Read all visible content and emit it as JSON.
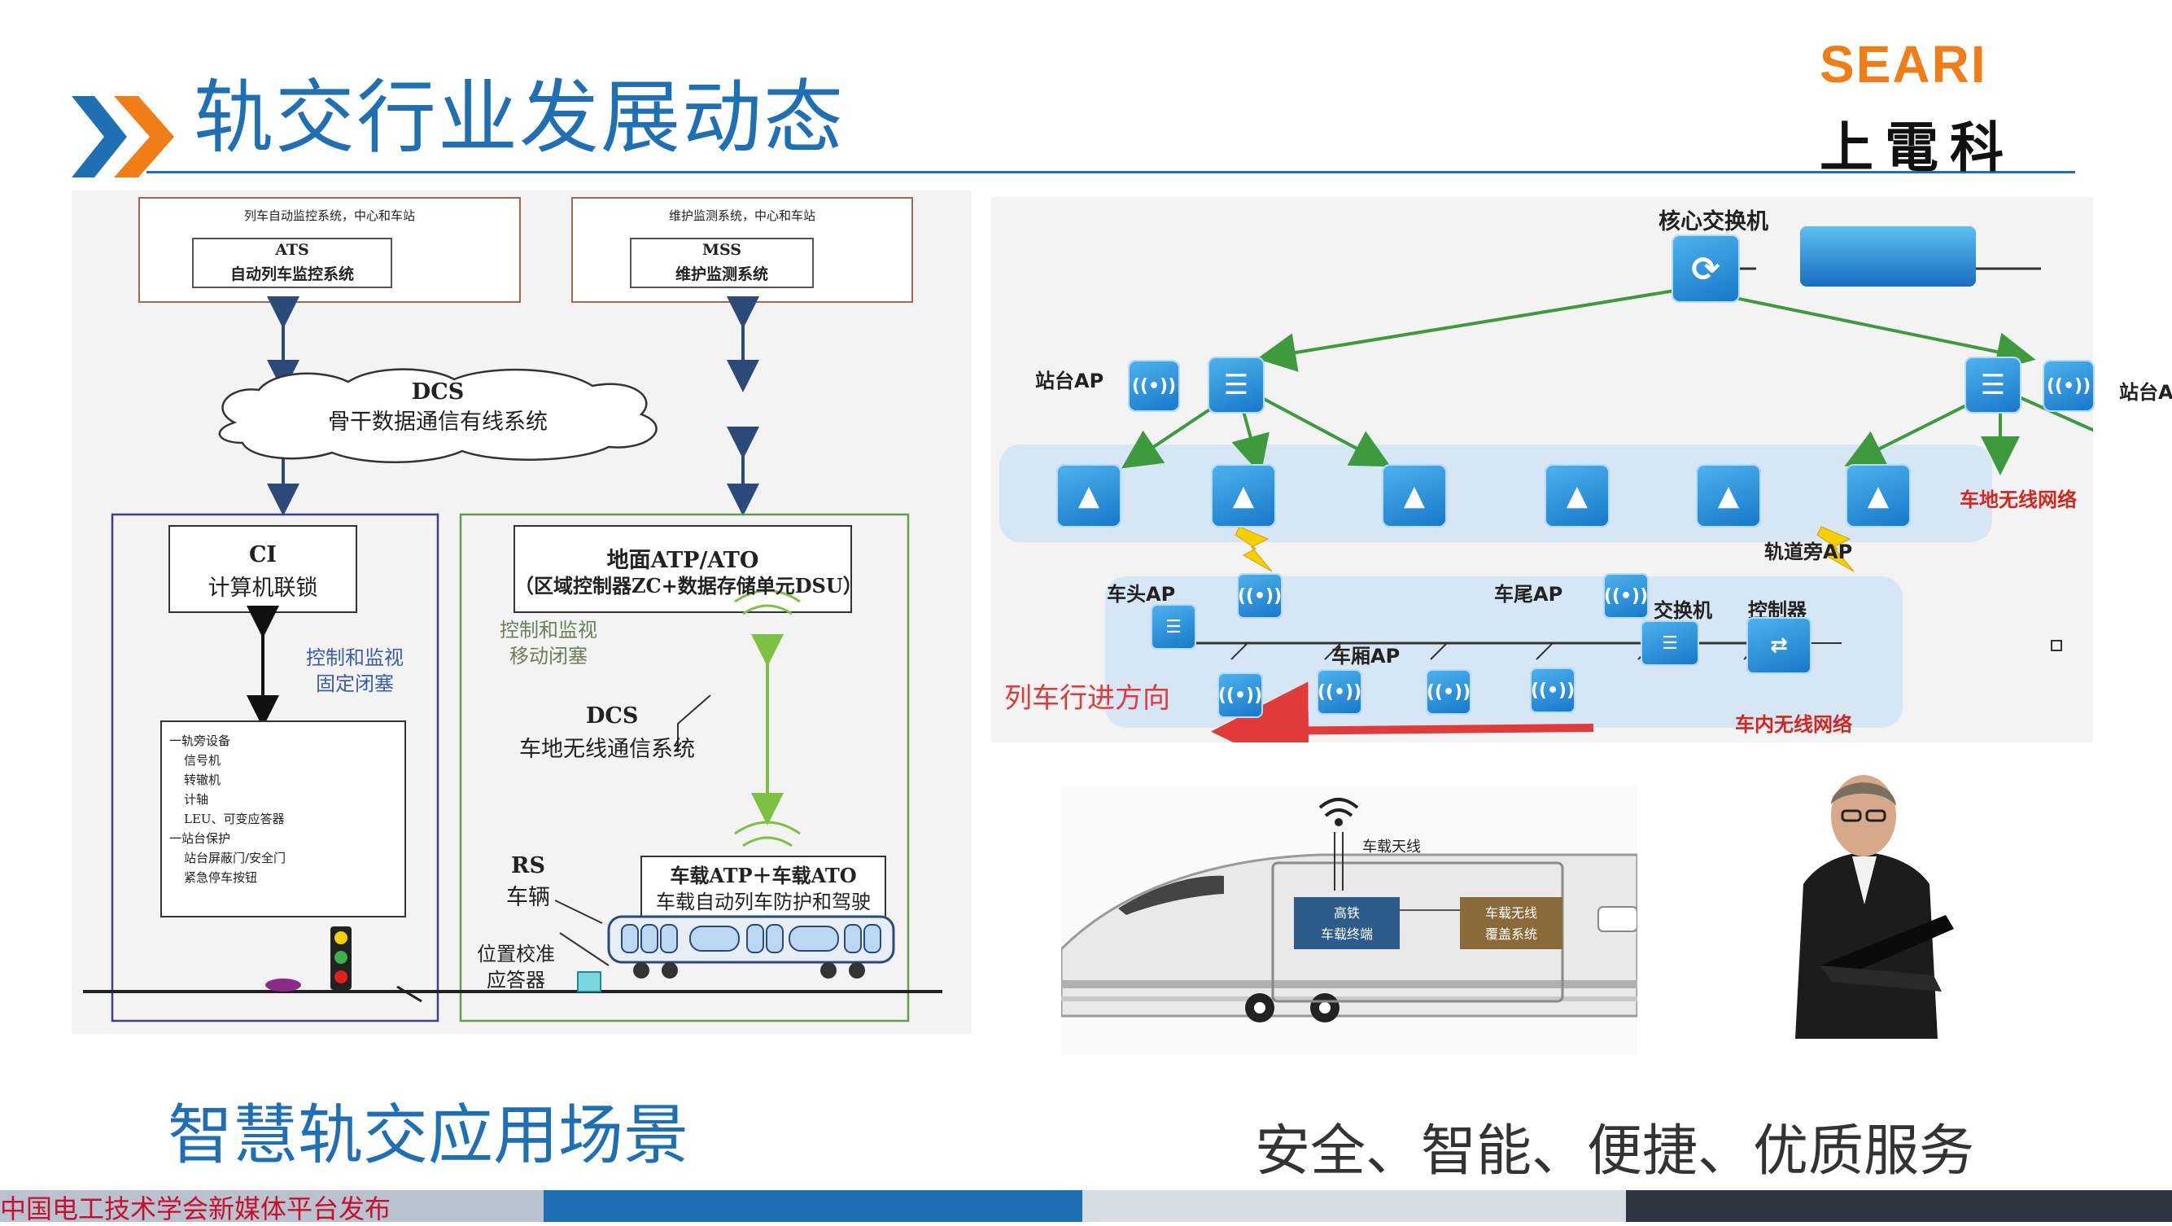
{
  "header": {
    "title": "轨交行业发展动态",
    "logo_en": "SEARI",
    "logo_cn": "上電科"
  },
  "left_diagram": {
    "ats_caption": "列车自动监控系统，中心和车站",
    "ats_name": "ATS",
    "ats_desc": "自动列车监控系统",
    "mss_caption": "维护监测系统，中心和车站",
    "mss_name": "MSS",
    "mss_desc": "维护监测系统",
    "dcs_cloud_name": "DCS",
    "dcs_cloud_desc": "骨干数据通信有线系统",
    "ci_name": "CI",
    "ci_desc": "计算机联锁",
    "ci_note_1": "控制和监视",
    "ci_note_2": "固定闭塞",
    "trackside_list": [
      "一轨旁设备",
      "信号机",
      "转辙机",
      "计轴",
      "LEU、可变应答器",
      "一站台保护",
      "站台屏蔽门/安全门",
      "紧急停车按钮"
    ],
    "ground_atp_name": "地面ATP/ATO",
    "ground_atp_desc": "（区域控制器ZC+数据存储单元DSU）",
    "move_note_1": "控制和监视",
    "move_note_2": "移动闭塞",
    "dcs_wireless_name": "DCS",
    "dcs_wireless_desc": "车地无线通信系统",
    "rs_name": "RS",
    "rs_desc": "车辆",
    "onboard_name": "车载ATP＋车载ATO",
    "onboard_desc": "车载自动列车防护和驾驶",
    "balise_1": "位置校准",
    "balise_2": "应答器"
  },
  "network_diagram": {
    "core_switch": "核心交换机",
    "station_ap_left": "站台AP",
    "station_ap_right": "站台AP",
    "ground_network": "车地无线网络",
    "trackside_ap": "轨道旁AP",
    "head_ap": "车头AP",
    "tail_ap": "车尾AP",
    "switch": "交换机",
    "controller": "控制器",
    "carriage_ap": "车厢AP",
    "direction": "列车行进方向",
    "onboard_network": "车内无线网络"
  },
  "train_diagram": {
    "antenna": "车载天线",
    "terminal_1": "高铁",
    "terminal_2": "车载终端",
    "coverage_1": "车载无线",
    "coverage_2": "覆盖系统"
  },
  "bottom": {
    "left_caption": "智慧轨交应用场景",
    "right_caption": "安全、智能、便捷、优质服务",
    "footer": "中国电工技术学会新媒体平台发布"
  },
  "colors": {
    "accent_blue": "#1f6fb5",
    "accent_orange": "#f07d16",
    "footer_red": "#c8102e"
  }
}
